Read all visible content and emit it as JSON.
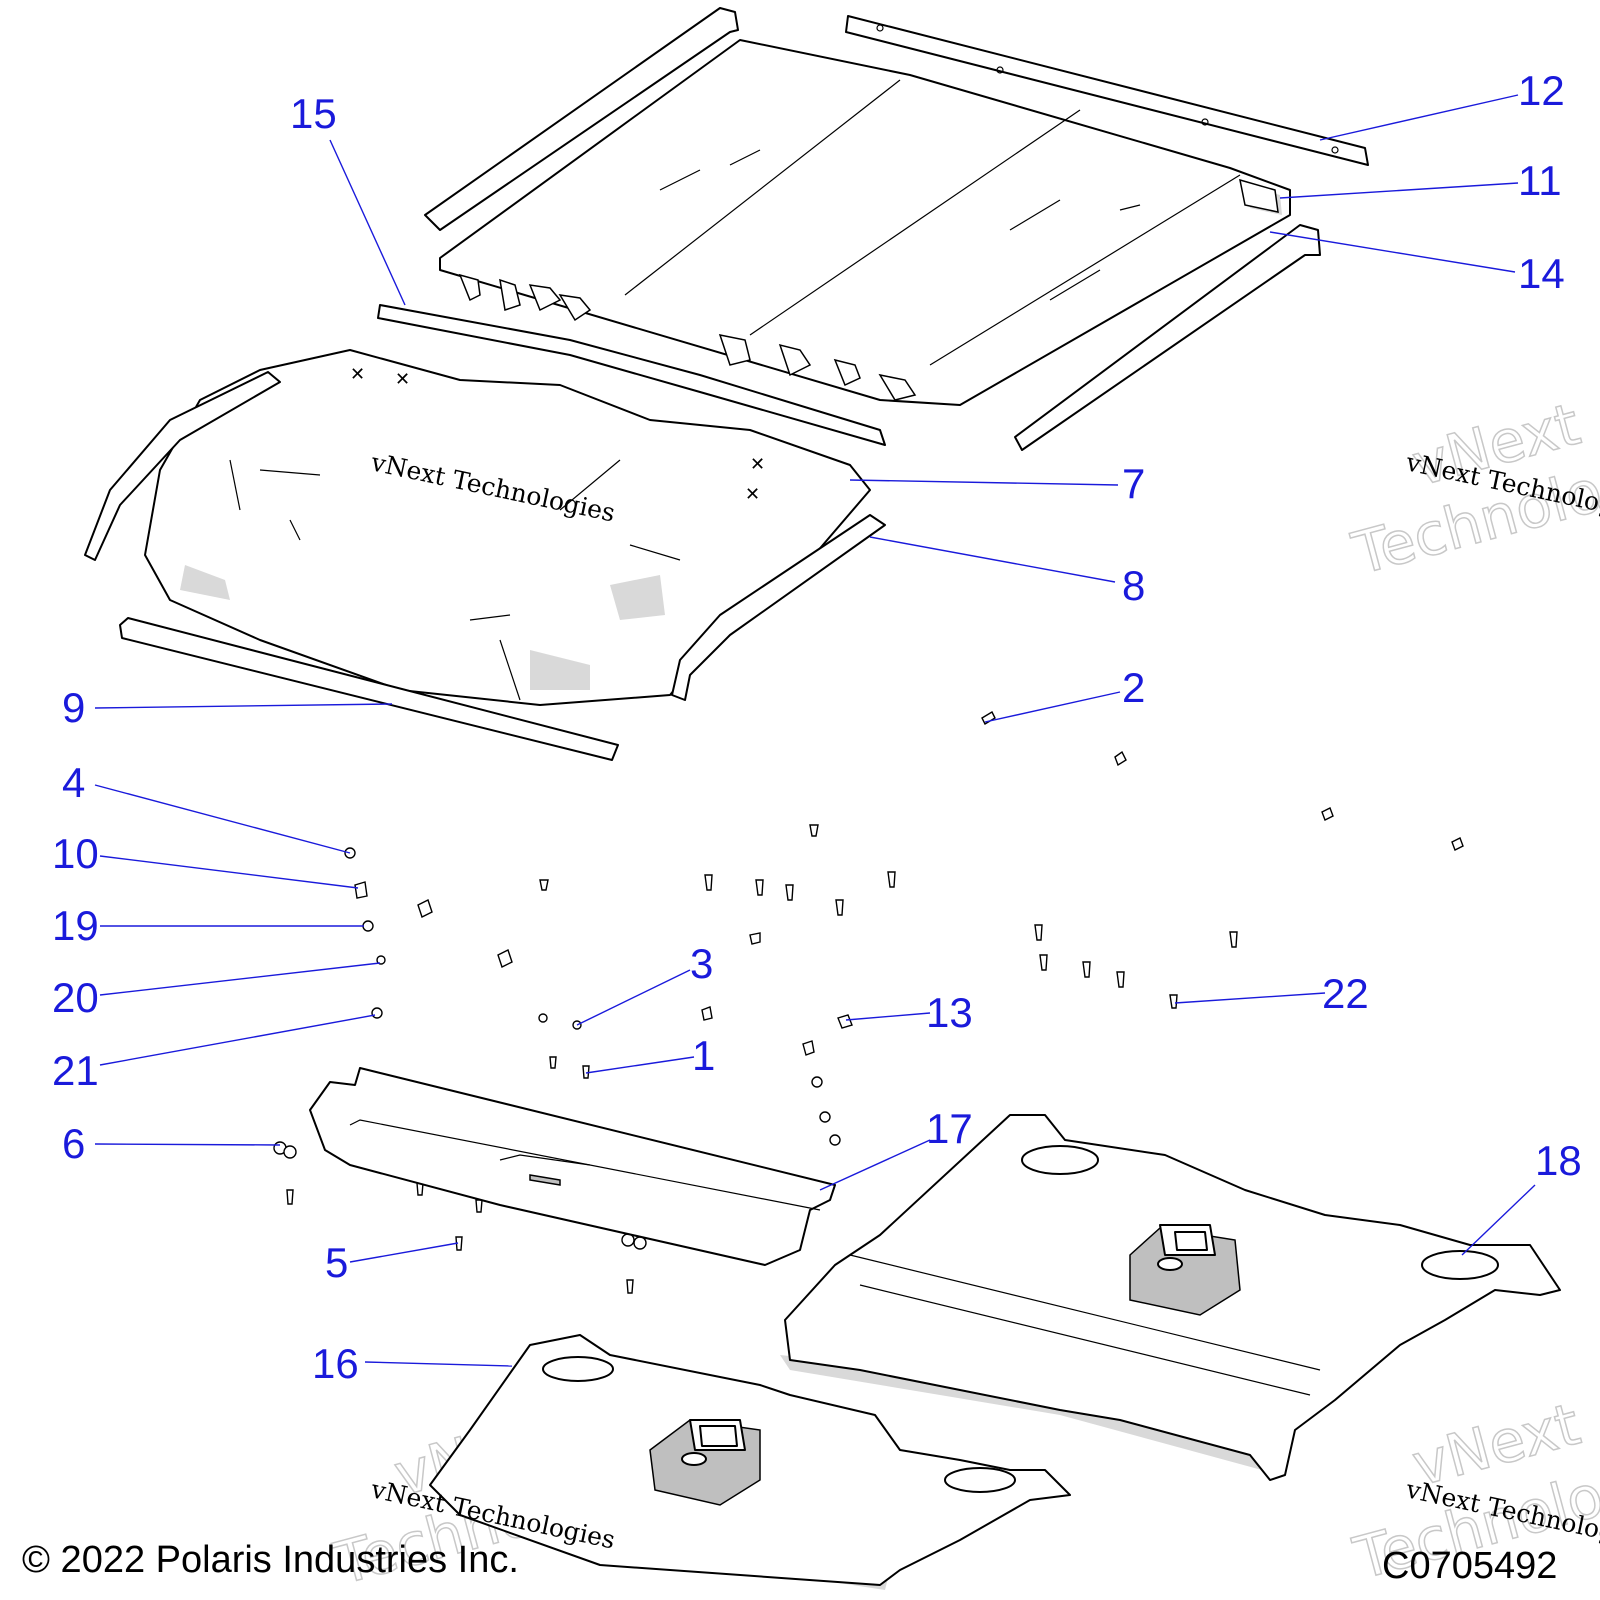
{
  "diagram": {
    "callouts": [
      "1",
      "2",
      "3",
      "4",
      "5",
      "6",
      "7",
      "8",
      "9",
      "10",
      "11",
      "12",
      "13",
      "14",
      "15",
      "16",
      "17",
      "18",
      "19",
      "20",
      "21",
      "22"
    ],
    "watermark": {
      "line1": "vNext",
      "line2": "Technologies",
      "small": "vNext Technologies"
    },
    "copyright": "© 2022 Polaris Industries Inc.",
    "drawing_number": "C0705492"
  }
}
